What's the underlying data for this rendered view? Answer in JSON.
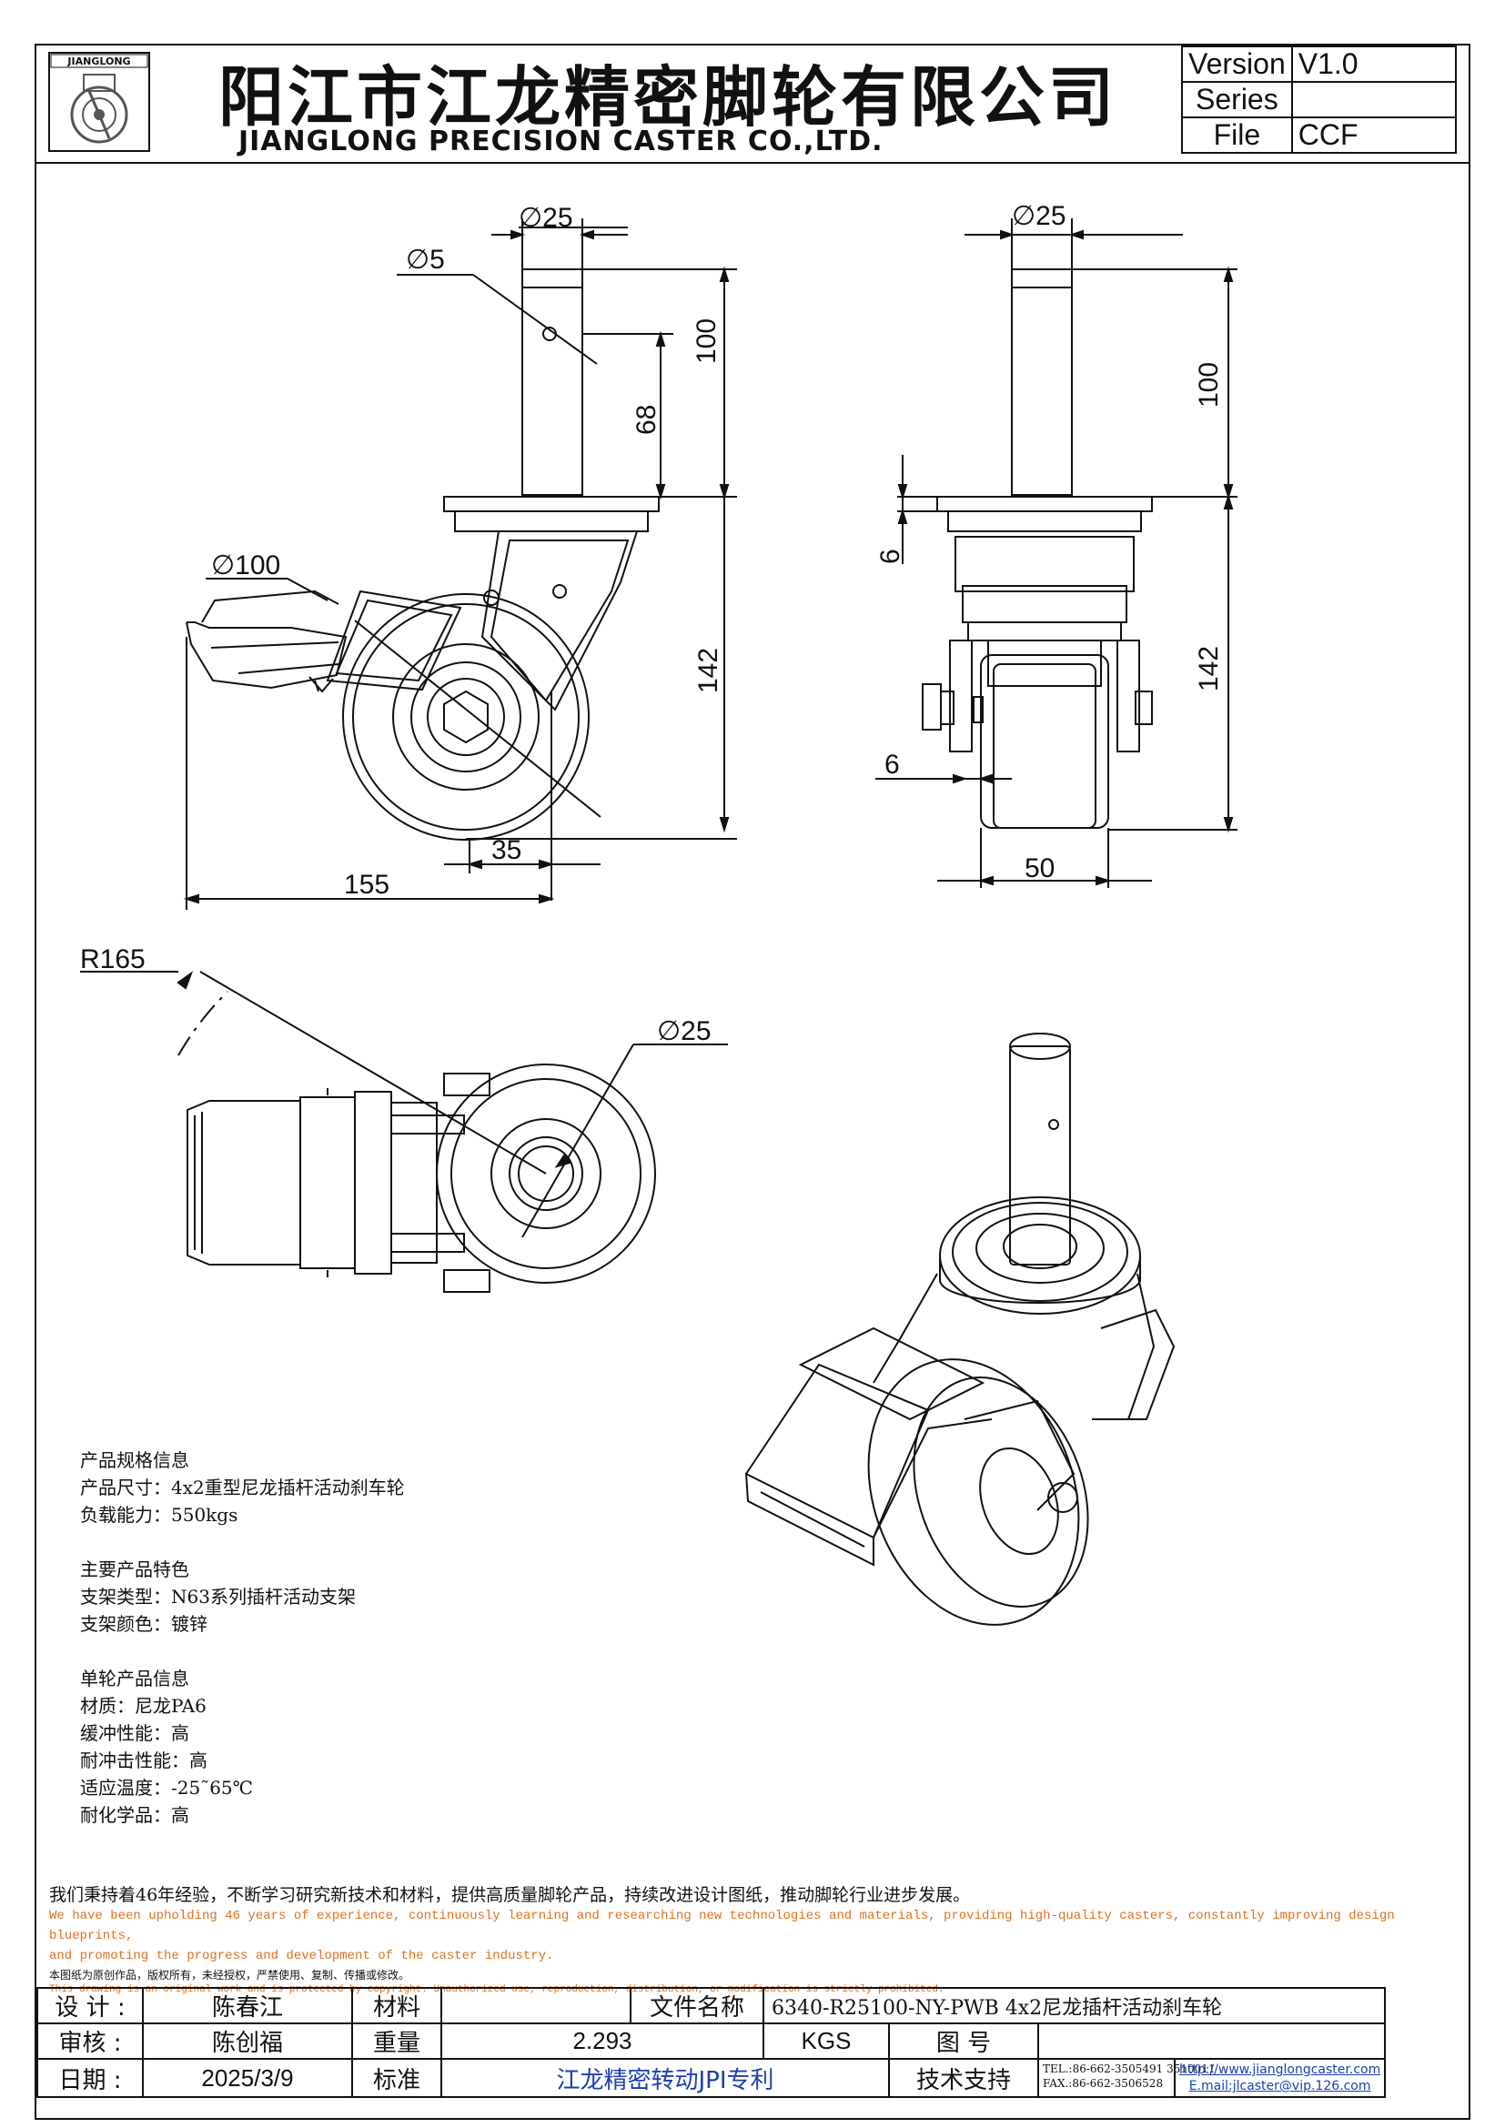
{
  "header": {
    "company_cn": "阳江市江龙精密脚轮有限公司",
    "company_en": "JIANGLONG PRECISION CASTER CO.,LTD.",
    "logo_text": "JIANGLONG",
    "version_label": "Version",
    "version_value": "V1.0",
    "series_label": "Series",
    "series_value": "",
    "file_label": "File",
    "file_value": "CCF"
  },
  "dimensions": {
    "front_stem_dia": "∅25",
    "front_hole_dia": "∅5",
    "front_stem_len": "100",
    "front_hole_pos": "68",
    "front_wheel_dia": "∅100",
    "front_height": "142",
    "front_offset": "35",
    "front_length": "155",
    "side_stem_dia": "∅25",
    "side_stem_len": "100",
    "side_plate": "6",
    "side_height": "142",
    "side_gap": "6",
    "side_width": "50",
    "top_radius": "R165",
    "top_bore": "∅25"
  },
  "specs": {
    "h1": "产品规格信息",
    "size": "产品尺寸：4x2重型尼龙插杆活动刹车轮",
    "load": "负载能力：550kgs",
    "h2": "主要产品特色",
    "bracket_type": "支架类型：N63系列插杆活动支架",
    "bracket_color": "支架颜色：镀锌",
    "h3": "单轮产品信息",
    "material": "材质：尼龙PA6",
    "cushion": "缓冲性能：高",
    "impact": "耐冲击性能：高",
    "temp": "适应温度：-25˜65℃",
    "chem": "耐化学品：高"
  },
  "notice": {
    "cn": "我们秉持着46年经验，不断学习研究新技术和材料，提供高质量脚轮产品，持续改进设计图纸，推动脚轮行业进步发展。",
    "en1": "We have been upholding 46 years of experience, continuously learning and researching new technologies and materials, providing high-quality casters, constantly improving design blueprints,",
    "en2": "and promoting the progress and development of the caster industry.",
    "cn2a": "本图纸为原创作品，版权所有，未经授权，严禁使用、复制、传播或修改。",
    "en3": "This drawing is an original work and is protected by copyright. Unauthorized use, reproduction, distribution, or modification is strictly prohibited."
  },
  "title_block": {
    "design_label": "设 计 :",
    "design_value": "陈春江",
    "material_label": "材料",
    "material_value": "",
    "filename_label": "文件名称",
    "filename_value": "6340-R25100-NY-PWB 4x2尼龙插杆活动刹车轮",
    "review_label": "审核 :",
    "review_value": "陈创福",
    "weight_label": "重量",
    "weight_value": "2.293",
    "weight_unit": "KGS",
    "drawing_no_label": "图    号",
    "drawing_no_value": "",
    "date_label": "日期 :",
    "date_value": "2025/3/9",
    "standard_label": "标准",
    "standard_value": "江龙精密转动JPI专利",
    "support_label": "技术支持",
    "tel": "TEL.:86-662-3505491 3510011",
    "fax": "FAX.:86-662-3506528",
    "web": "http://www.jianglongcaster.com",
    "email": "E.mail:jlcaster@vip.126.com"
  }
}
